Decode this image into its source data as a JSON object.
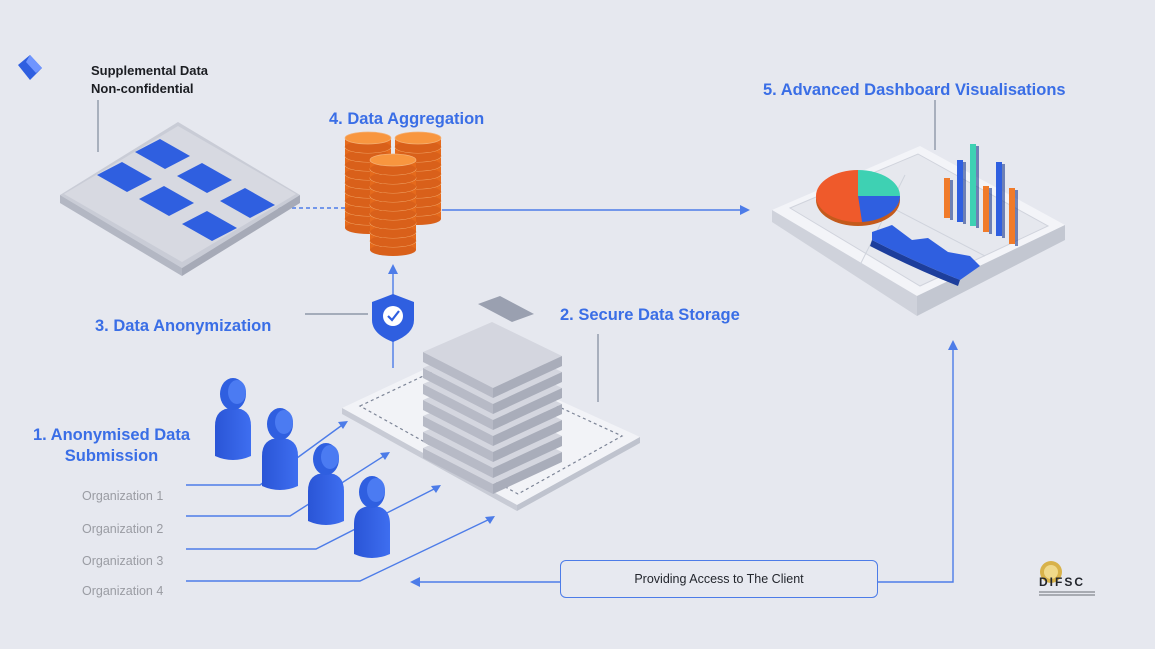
{
  "steps": {
    "step1": "1. Anonymised Data\nSubmission",
    "step2": "2. Secure Data Storage",
    "step3": "3. Data  Anonymization",
    "step4": "4. Data  Aggregation",
    "step5": "5. Advanced Dashboard Visualisations"
  },
  "supplemental": {
    "line1": "Supplemental Data",
    "line2": "Non-confidential"
  },
  "organizations": [
    "Organization 1",
    "Organization 2",
    "Organization 3",
    "Organization 4"
  ],
  "access_label": "Providing Access to The Client",
  "logo": {
    "text": "DIFSC"
  },
  "colors": {
    "background": "#e6e8ef",
    "accent_blue": "#3a6ee6",
    "coin_orange": "#f07b2a",
    "icon_blue": "#2f5fe0"
  }
}
